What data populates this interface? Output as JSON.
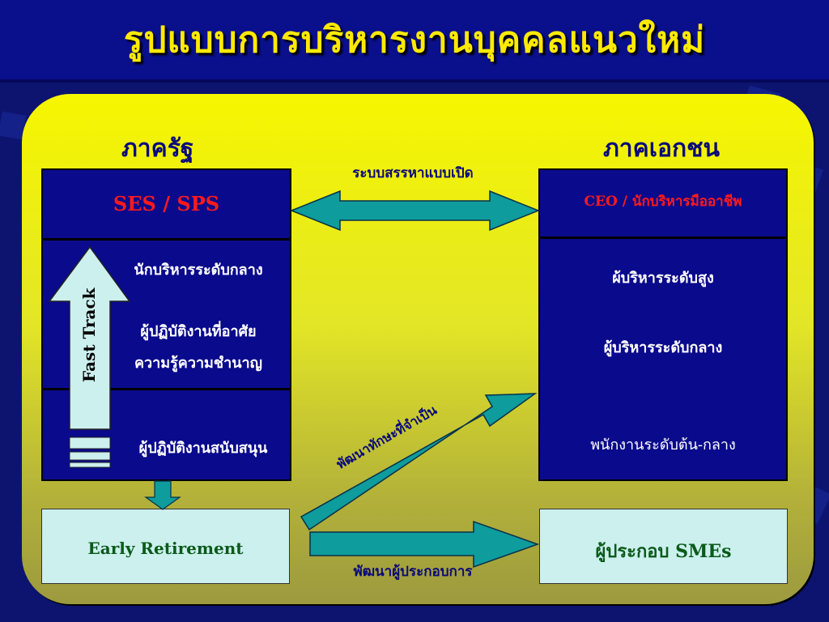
{
  "title": "รูปแบบการบริหารงานบุคคลแนวใหม่",
  "left": {
    "heading": "ภาครัฐ",
    "top_label": "SES / SPS",
    "middle_label": "นักบริหารระดับกลาง",
    "line1": "ผู้ปฏิบัติงานที่อาศัย",
    "line2": "ความรู้ความชำนาญ",
    "bottom_label": "ผู้ปฏิบัติงานสนับสนุน",
    "track_label": "Fast Track",
    "exit_box": "Early Retirement"
  },
  "right": {
    "heading": "ภาคเอกชน",
    "top_label": "CEO / นักบริหารมืออาชีพ",
    "level1": "ผ้บริหารระดับสูง",
    "level2": "ผู้บริหารระดับกลาง",
    "level3": "พนักงานระดับต้น-กลาง",
    "exit_box": "ผู้ประกอบ SMEs"
  },
  "arrows": {
    "open_recruit": "ระบบสรรหาแบบเปิด",
    "skills": "พัฒนาทักษะที่จำเป็น",
    "entrepreneur": "พัฒนาผู้ประกอบการ"
  },
  "colors": {
    "title": "#ffea00",
    "box": "#0a0a8c",
    "arrow": "#0e9c9c",
    "light_box": "#ccf0ee",
    "red_label": "#ff1a1a"
  }
}
